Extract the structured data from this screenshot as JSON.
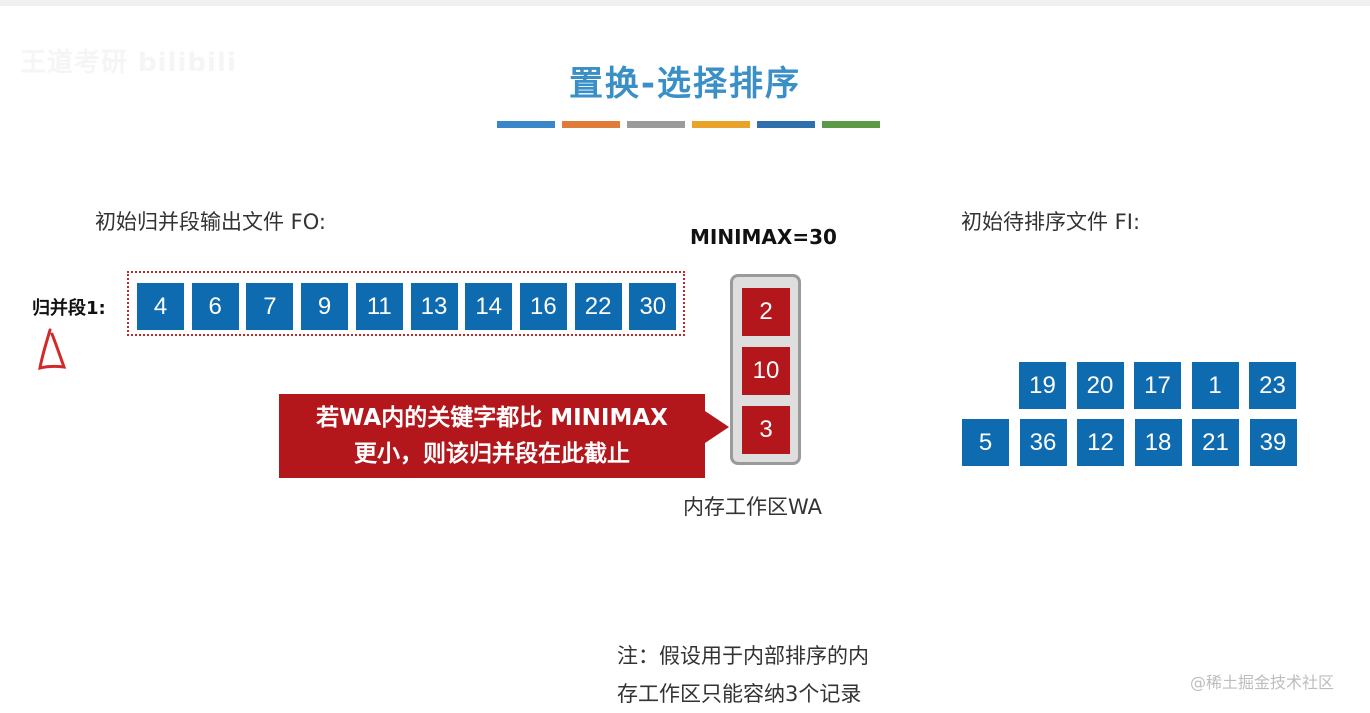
{
  "watermark_top_left": "王道考研 bilibili",
  "title": "置换-选择排序",
  "color_bars": [
    "#3a86c8",
    "#e07b39",
    "#9b9b9b",
    "#eaa32a",
    "#2e6fad",
    "#5c9a47"
  ],
  "output_file_label": "初始归并段输出文件 FO:",
  "run_label": "归并段1:",
  "run_values": [
    "4",
    "6",
    "7",
    "9",
    "11",
    "13",
    "14",
    "16",
    "22",
    "30"
  ],
  "minimax_label": "MINIMAX=30",
  "wa_values": [
    "2",
    "10",
    "3"
  ],
  "wa_label": "内存工作区WA",
  "callout_lines": [
    "若WA内的关键字都比 MINIMAX",
    "更小，则该归并段在此截止"
  ],
  "input_file_label": "初始待排序文件 FI:",
  "input_row1": [
    "19",
    "20",
    "17",
    "1",
    "23"
  ],
  "input_row2": [
    "5",
    "36",
    "12",
    "18",
    "21",
    "39"
  ],
  "note_lines": [
    "注：假设用于内部排序的内",
    "存工作区只能容纳3个记录"
  ],
  "watermark_bottom_right": "@稀土掘金技术社区",
  "colors": {
    "blue_cell": "#0f6bb0",
    "red_cell": "#b3171c",
    "title": "#3a8fc7"
  }
}
